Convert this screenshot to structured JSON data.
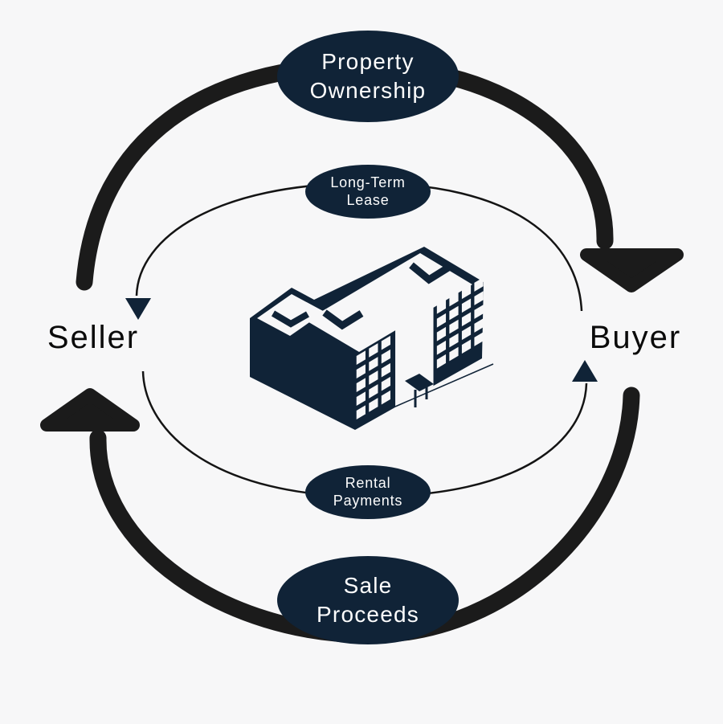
{
  "diagram_type": "sale-leaseback-cycle",
  "colors": {
    "background": "#f7f7f8",
    "navy": "#102337",
    "ring_black": "#1b1b1b",
    "thin_arc_black": "#141414",
    "label_black": "#0b0b0b",
    "white": "#fdfdfd"
  },
  "parties": {
    "seller_label": "Seller",
    "buyer_label": "Buyer"
  },
  "flows": {
    "property_ownership": {
      "line1": "Property",
      "line2": "Ownership",
      "direction": "seller-to-buyer"
    },
    "long_term_lease": {
      "line1": "Long-Term",
      "line2": "Lease",
      "direction": "buyer-to-seller"
    },
    "rental_payments": {
      "line1": "Rental",
      "line2": "Payments",
      "direction": "seller-to-buyer"
    },
    "sale_proceeds": {
      "line1": "Sale",
      "line2": "Proceeds",
      "direction": "buyer-to-seller"
    }
  },
  "icons": {
    "center": "isometric-office-building-icon",
    "outer_arrowheads": [
      "arrowhead-down-icon",
      "arrowhead-up-icon"
    ],
    "inner_arrowheads": [
      "small-arrowhead-down-icon",
      "small-arrowhead-up-icon"
    ]
  }
}
